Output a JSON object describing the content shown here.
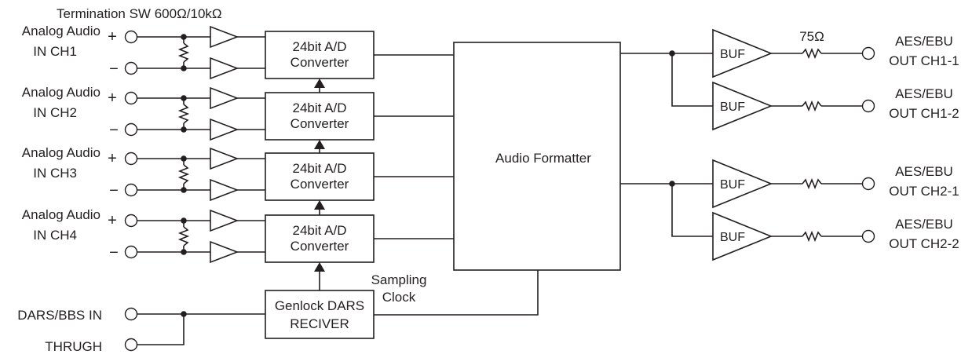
{
  "title": "Termination SW 600Ω/10kΩ",
  "inputs": [
    {
      "label_line1": "Analog Audio",
      "label_line2": "IN CH1",
      "plus": "+",
      "minus": "−"
    },
    {
      "label_line1": "Analog Audio",
      "label_line2": "IN CH2",
      "plus": "+",
      "minus": "−"
    },
    {
      "label_line1": "Analog Audio",
      "label_line2": "IN CH3",
      "plus": "+",
      "minus": "−"
    },
    {
      "label_line1": "Analog Audio",
      "label_line2": "IN CH4",
      "plus": "+",
      "minus": "−"
    }
  ],
  "converter": {
    "line1": "24bit A/D",
    "line2": "Converter"
  },
  "formatter": {
    "label": "Audio Formatter"
  },
  "genlock": {
    "line1": "Genlock DARS",
    "line2": "RECIVER"
  },
  "sampling_clock": {
    "line1": "Sampling",
    "line2": "Clock"
  },
  "dars_in": {
    "label": "DARS/BBS IN"
  },
  "thrugh": {
    "label": "THRUGH"
  },
  "buffer": {
    "label": "BUF"
  },
  "resistor": {
    "label": "75Ω"
  },
  "outputs": [
    {
      "line1": "AES/EBU",
      "line2": "OUT CH1-1"
    },
    {
      "line1": "AES/EBU",
      "line2": "OUT CH1-2"
    },
    {
      "line1": "AES/EBU",
      "line2": "OUT CH2-1"
    },
    {
      "line1": "AES/EBU",
      "line2": "OUT CH2-2"
    }
  ],
  "colors": {
    "line": "#231f20",
    "background": "#ffffff"
  }
}
